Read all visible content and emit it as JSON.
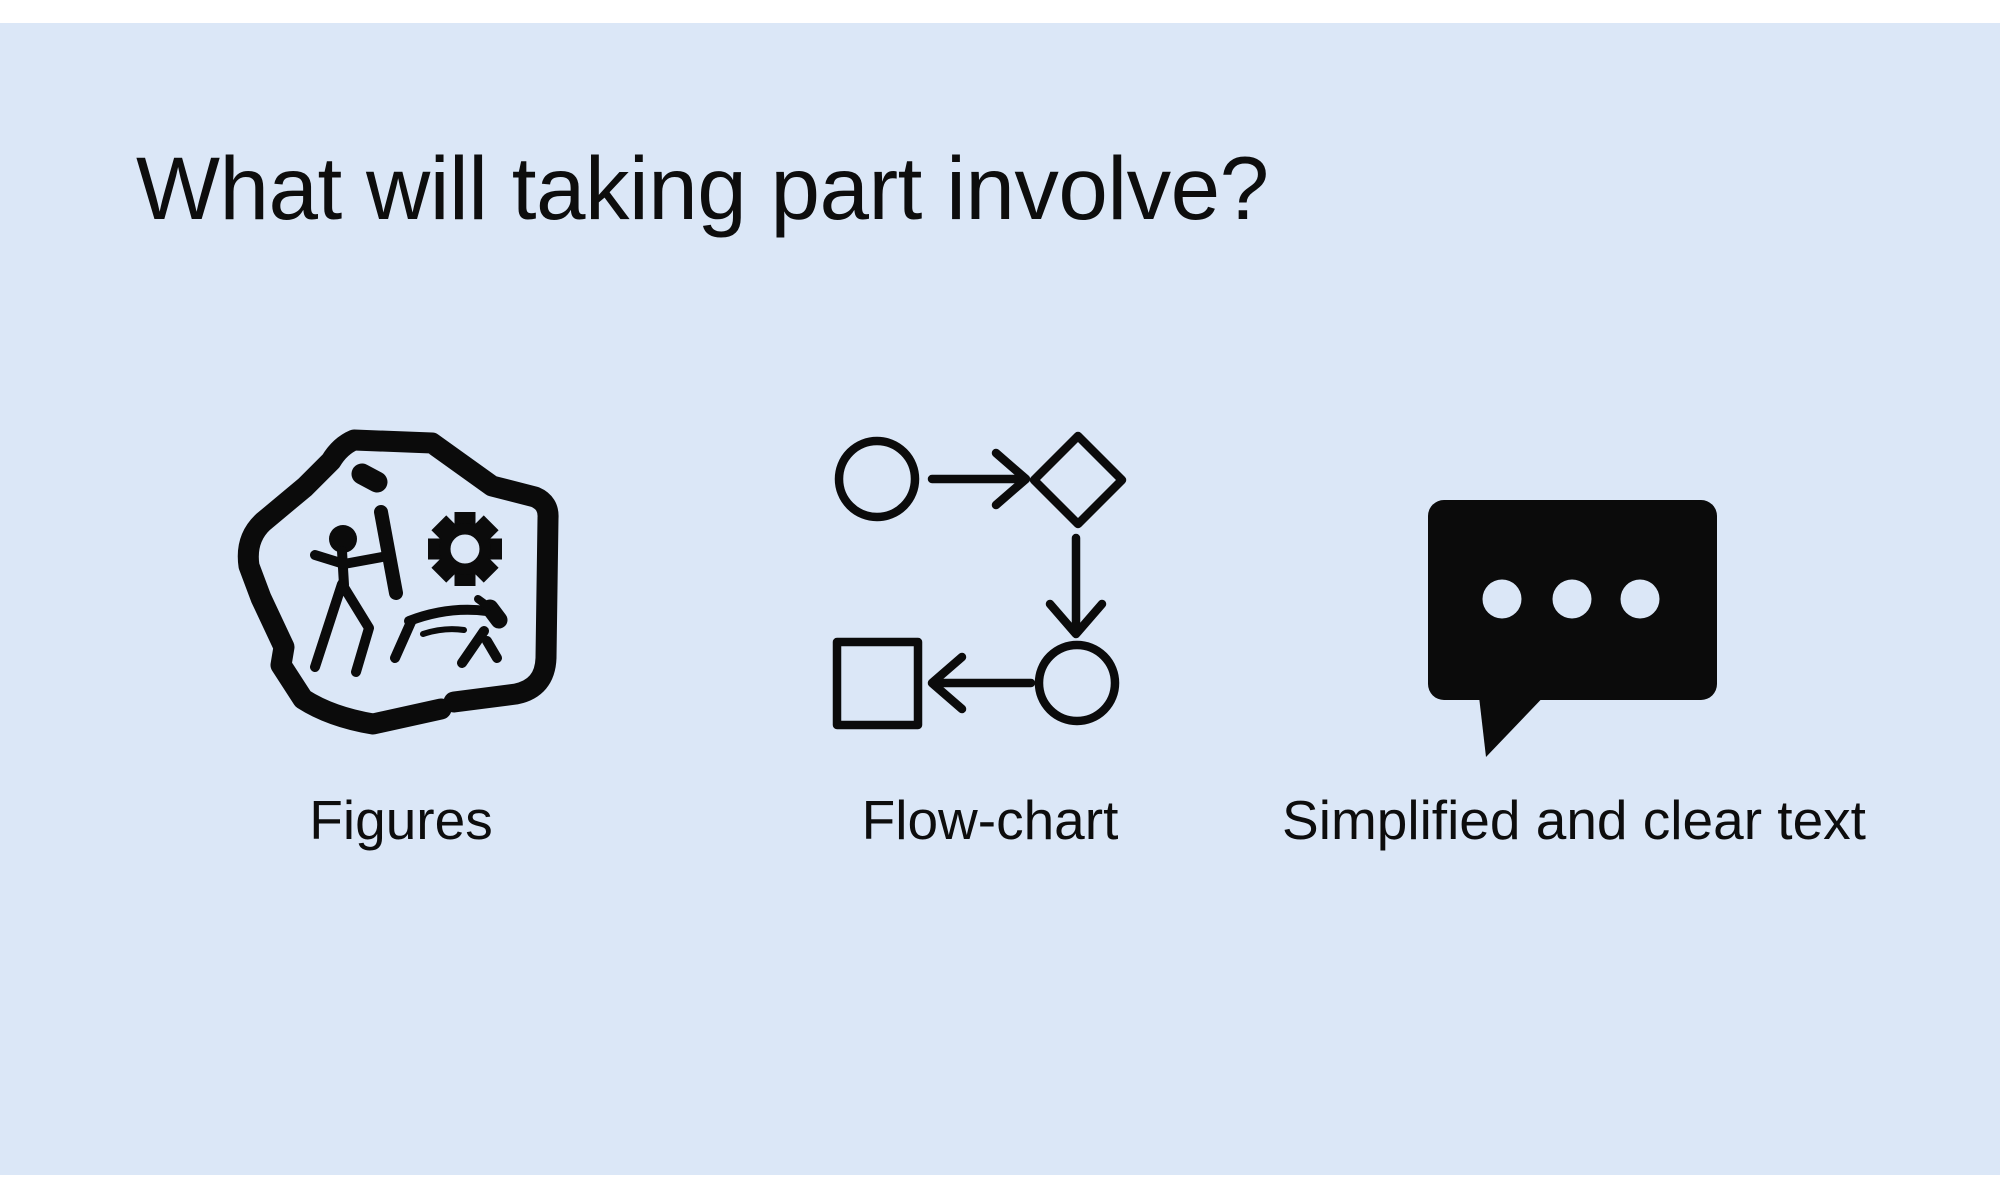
{
  "slide": {
    "title": "What will taking part involve?",
    "items": [
      {
        "label": "Figures",
        "icon": "petroglyph-figures-icon"
      },
      {
        "label": "Flow-chart",
        "icon": "flow-chart-icon"
      },
      {
        "label": "Simplified and clear text",
        "icon": "speech-bubble-icon"
      }
    ],
    "colors": {
      "slide_background": "#dbe7f7",
      "page_background": "#ffffff",
      "icon_black": "#0b0b0b",
      "text_black": "#0d0d0d"
    }
  }
}
